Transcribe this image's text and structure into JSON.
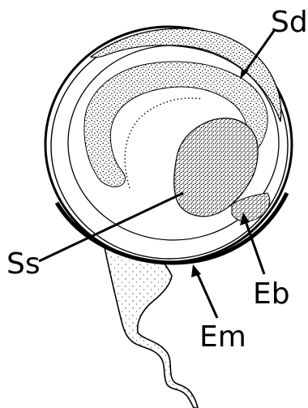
{
  "labels": {
    "sd": "Sd",
    "ss": "Ss",
    "eb": "Eb",
    "em": "Em"
  },
  "colors": {
    "ink": "#000000",
    "paper": "#ffffff"
  }
}
